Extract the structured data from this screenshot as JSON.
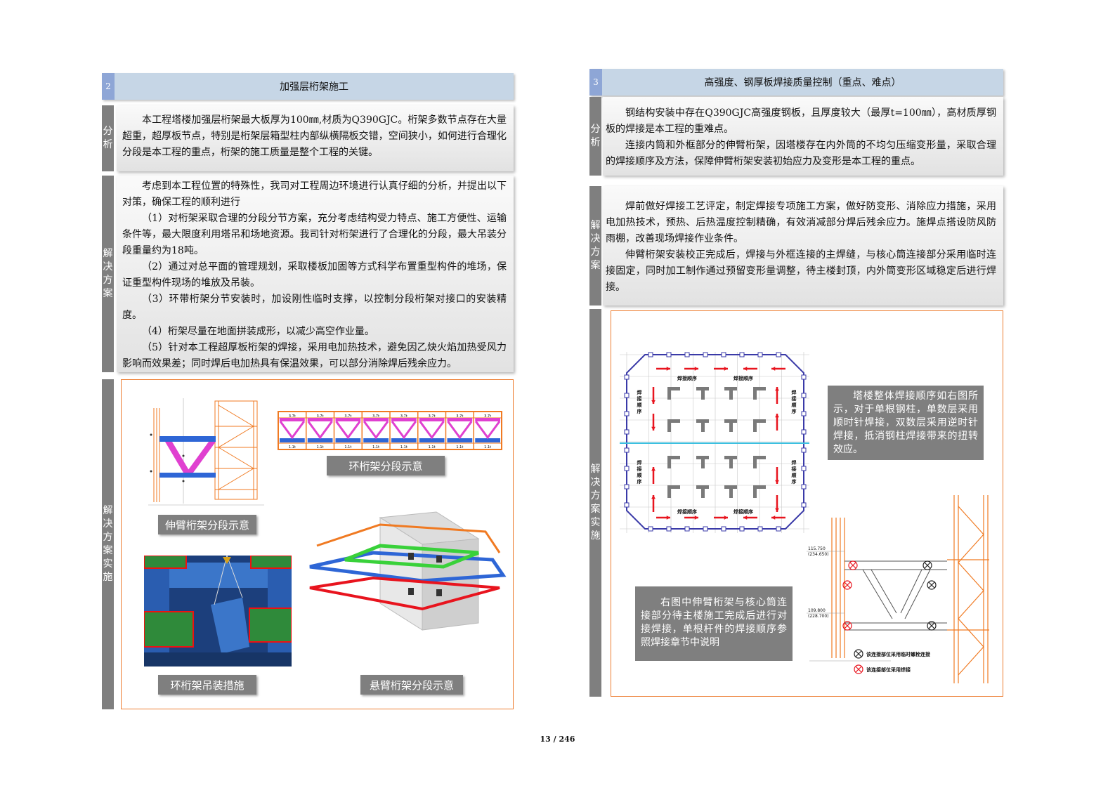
{
  "left": {
    "section_num": "2",
    "section_title": "加强层桁架施工",
    "side_analysis": "分析",
    "analysis": [
      "本工程塔楼加强层桁架最大板厚为100㎜,材质为Q390GJC。桁架多数节点存在大量超重，超厚板节点，特别是桁架层箱型柱内部纵横隔板交错，空间狭小，如何进行合理化分段是本工程的重点，桁架的施工质量是整个工程的关键。"
    ],
    "side_solution": "解决方案",
    "solution": [
      "考虑到本工程位置的特殊性，我司对工程周边环境进行认真仔细的分析，并提出以下对策，确保工程的顺利进行",
      "（1）对桁架采取合理的分段分节方案，充分考虑结构受力特点、施工方便性、运输条件等，最大限度利用塔吊和场地资源。我司针对桁架进行了合理化的分段，最大吊装分段重量约为18吨。",
      "（2）通过对总平面的管理规划，采取楼板加固等方式科学布置重型构件的堆场，保证重型构件现场的堆放及吊装。",
      "（3）环带桁架分节安装时，加设刚性临时支撑，以控制分段桁架对接口的安装精度。",
      "（4）桁架尽量在地面拼装成形，以减少高空作业量。",
      "（5）针对本工程超厚板桁架的焊接，采用电加热技术，避免因乙炔火焰加热受风力影响而效果差；同时焊后电加热具有保温效果，可以部分消除焊后残余应力。"
    ],
    "side_impl": "解决方案实施",
    "captions": {
      "outrigger": "伸臂桁架分段示意",
      "ring": "环桁架分段示意",
      "hoist": "环桁架吊装措施",
      "cantilever": "悬臂桁架分段示意"
    }
  },
  "right": {
    "section_num": "3",
    "section_title": "高强度、钢厚板焊接质量控制（重点、难点）",
    "side_analysis": "分析",
    "analysis": [
      "钢结构安装中存在Q390GJC高强度钢板，且厚度较大（最厚t=100㎜），高材质厚钢板的焊接是本工程的重难点。",
      "连接内筒和外框部分的伸臂桁架，因塔楼存在内外筒的不均匀压缩变形量，采取合理的焊接顺序及方法，保障伸臂桁架安装初始应力及变形是本工程的重点。"
    ],
    "side_solution": "解决方案",
    "solution": [
      "焊前做好焊接工艺评定，制定焊接专项施工方案，做好防变形、消除应力措施，采用电加热技术，预热、后热温度控制精确，有效消减部分焊后残余应力。施焊点搭设防风防雨棚，改善现场焊接作业条件。",
      "伸臂桁架安装校正完成后，焊接与外框连接的主焊缝，与核心筒连接部分采用临时连接固定，同时加工制作通过预留变形量调整，待主楼封顶，内外筒变形区域稳定后进行焊接。"
    ],
    "side_impl": "解决方案实施",
    "weld_label": "焊接顺序",
    "weld_label_v": "焊接顺序",
    "note_top": "塔楼整体焊接顺序如右图所示，对于单根钢柱，单数层采用顺时针焊接，双数层采用逆时针焊接，抵消钢柱焊接带来的扭转效应。",
    "note_bottom": "右图中伸臂桁架与核心筒连接部分待主楼施工完成后进行对接焊接，单根杆件的焊接顺序参照焊接章节中说明",
    "elev1": "115.750",
    "elev1b": "(234.650)",
    "elev2": "109.800",
    "elev2b": "(228.700)",
    "legend_bolt": "该连接部位采用临时螺栓连接",
    "legend_weld": "该连接部位采用焊接"
  },
  "ring_labels_top": [
    "3.7t",
    "3.7t",
    "3.7t",
    "3.7t",
    "3.7t",
    "3.7t",
    "3.7t",
    "3.7t"
  ],
  "ring_labels_bottom": [
    "1.1t",
    "1.1t",
    "1.1t",
    "1.1t",
    "1.1t",
    "1.1t",
    "1.1t",
    "1.1t"
  ],
  "page_number": "13 / 246",
  "colors": {
    "header": "#c6d6e6",
    "badge": "#8ea6d6",
    "side": "#7f7f7f",
    "frame": "#ed7d31",
    "truss_orange": "#f07a22",
    "truss_blue": "#2e66d6",
    "truss_magenta": "#e040d0",
    "red": "#e8141e"
  }
}
